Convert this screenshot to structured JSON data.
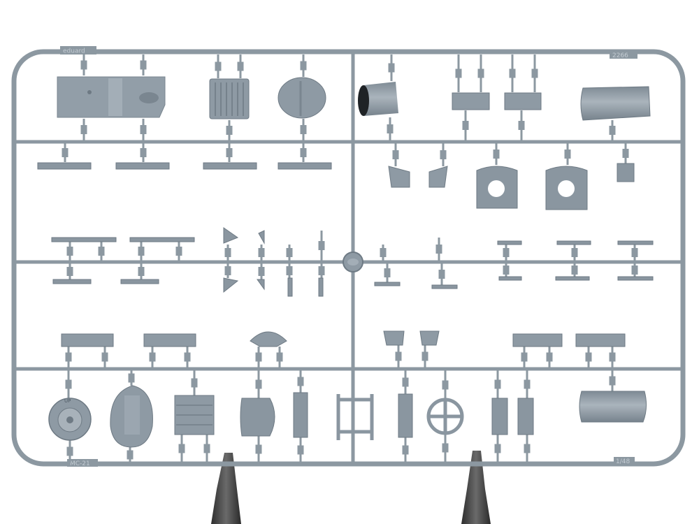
{
  "sprue": {
    "brand_mark": "eduard",
    "part_number_top_right": "2266",
    "part_number_bottom_left": "MC-21",
    "part_number_bottom_right": "1/48",
    "up_marking": "UP"
  },
  "colors": {
    "frame": "#8c98a1",
    "part_fill": "#929ea8",
    "part_dark": "#6e7a84",
    "stand": "#3d3d3d",
    "background": "#ffffff"
  }
}
